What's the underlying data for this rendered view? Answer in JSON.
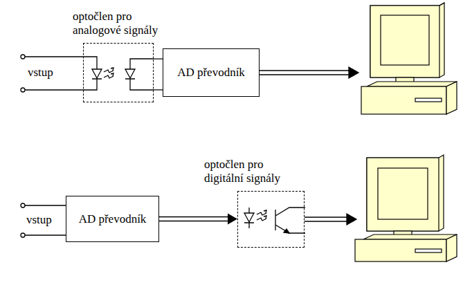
{
  "diagram": {
    "nodes": [
      {
        "text": [
          "optočlen pro analogové signály"
        ]
      },
      {
        "text": [
          "AD převodník"
        ]
      },
      {
        "text": [
          "AD převodník"
        ]
      },
      {
        "text": [
          "optočlen pro digitální signály"
        ]
      }
    ],
    "edges": [
      {
        "from": 0,
        "to": 1,
        "arrow": "none"
      },
      {
        "from": 2,
        "to": 3,
        "arrow": "to"
      }
    ],
    "labels": [
      "vstup",
      "vstup"
    ]
  }
}
